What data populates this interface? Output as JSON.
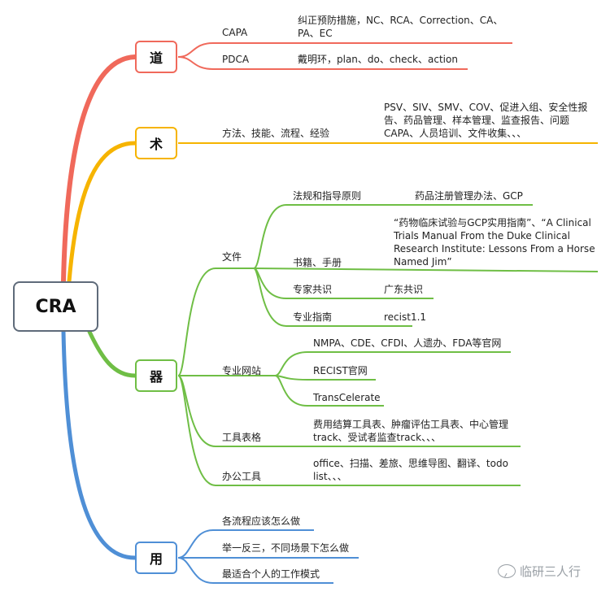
{
  "colors": {
    "dao": "#f0695b",
    "shu": "#f6b400",
    "qi": "#6fbe45",
    "yong": "#4f8fd6",
    "root_border": "#5f6b7a"
  },
  "root": "CRA",
  "dao": {
    "label": "道",
    "capa": {
      "label": "CAPA",
      "detail": "纠正预防措施，NC、RCA、Correction、CA、PA、EC"
    },
    "pdca": {
      "label": "PDCA",
      "detail": "戴明环，plan、do、check、action"
    }
  },
  "shu": {
    "label": "术",
    "method": {
      "label": "方法、技能、流程、经验",
      "detail": "PSV、SIV、SMV、COV、促进入组、安全性报告、药品管理、样本管理、监查报告、问题CAPA、人员培训、文件收集、、、"
    }
  },
  "qi": {
    "label": "器",
    "docs": {
      "label": "文件",
      "regs": {
        "label": "法规和指导原则",
        "detail": "药品注册管理办法、GCP"
      },
      "books": {
        "label": "书籍、手册",
        "detail": "“药物临床试验与GCP实用指南”、“A Clinical Trials Manual From the Duke Clinical Research Institute: Lessons From a Horse Named Jim”"
      },
      "consensus": {
        "label": "专家共识",
        "detail": "广东共识"
      },
      "guide": {
        "label": "专业指南",
        "detail": "recist1.1"
      }
    },
    "sites": {
      "label": "专业网站",
      "items": [
        "NMPA、CDE、CFDI、人遗办、FDA等官网",
        "RECIST官网",
        "TransCelerate"
      ]
    },
    "tables": {
      "label": "工具表格",
      "detail": "费用结算工具表、肿瘤评估工具表、中心管理track、受试者监查track、、、"
    },
    "office": {
      "label": "办公工具",
      "detail": "office、扫描、差旅、思维导图、翻译、todo list、、、"
    }
  },
  "yong": {
    "label": "用",
    "items": [
      "各流程应该怎么做",
      "举一反三，不同场景下怎么做",
      "最适合个人的工作模式"
    ]
  },
  "watermark": "临研三人行"
}
